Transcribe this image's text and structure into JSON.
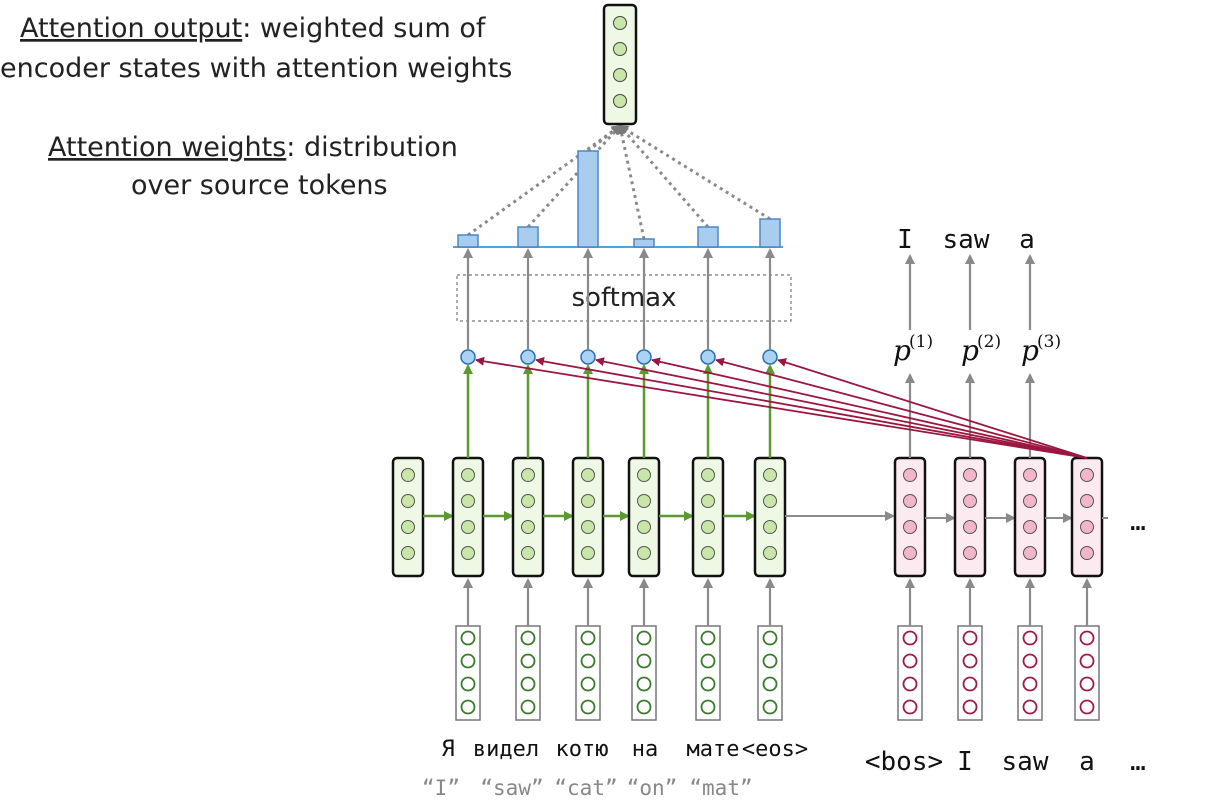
{
  "captions": {
    "output_title": "Attention output",
    "output_rest_line1": ": weighted sum of",
    "output_line2": "encoder states with attention weights",
    "weights_title": "Attention weights",
    "weights_rest_line1": ": distribution",
    "weights_line2": "over source tokens"
  },
  "softmax_label": "softmax",
  "attention_weights": [
    0.06,
    0.1,
    0.48,
    0.04,
    0.1,
    0.14
  ],
  "source_tokens": [
    "Я",
    "видел",
    "котю",
    "на",
    "мате",
    "<eos>"
  ],
  "source_glosses": [
    "“I”",
    "“saw”",
    "“cat”",
    "“on”",
    "“mat”"
  ],
  "target_inputs": [
    "<bos>",
    "I",
    "saw",
    "a",
    "…"
  ],
  "predictions": [
    "p",
    "p",
    "p"
  ],
  "prediction_superscripts": [
    "(1)",
    "(2)",
    "(3)"
  ],
  "target_outputs": [
    "I",
    "saw",
    "a"
  ],
  "decoder_ellipsis": "…",
  "colors": {
    "encoder_fill": "#eef8e4",
    "encoder_dot": "#c8e6a8",
    "embed_dot_stroke": "#3a7a2a",
    "decoder_fill": "#fbeaf0",
    "decoder_dot": "#f3b6c8",
    "target_dot_stroke": "#a01a48",
    "score_dot": "#a9d3f5",
    "score_stroke": "#2a6fb0",
    "bar_fill": "#a9cdee",
    "bar_stroke": "#4f86c6",
    "green_arrow": "#5a9a30",
    "red_arrow": "#9b1640",
    "gray_arrow": "#8a8a8a"
  }
}
